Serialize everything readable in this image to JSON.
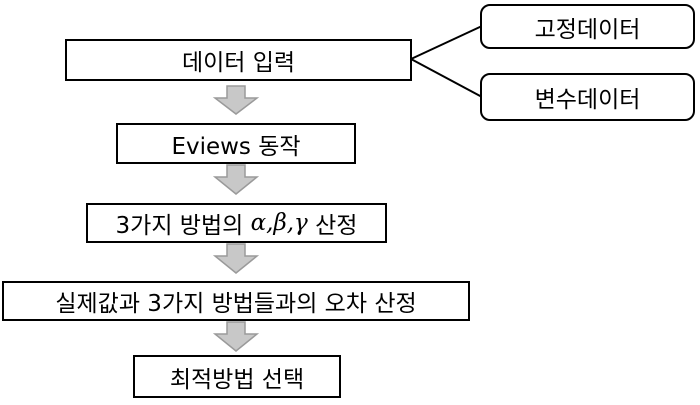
{
  "steps": {
    "input": "데이터 입력",
    "eviews": "Eviews 동작",
    "params_prefix": "3가지 방법의 ",
    "params_symbols": "α,β,γ",
    "params_suffix": " 산정",
    "error": "실제값과 3가지 방법들과의 오차 산정",
    "optimal": "최적방법 선택"
  },
  "inputs": {
    "fixed": "고정데이터",
    "variable": "변수데이터"
  },
  "colors": {
    "arrow_fill": "#c8c8c8",
    "arrow_stroke": "#9a9a9a",
    "border": "#000000"
  }
}
